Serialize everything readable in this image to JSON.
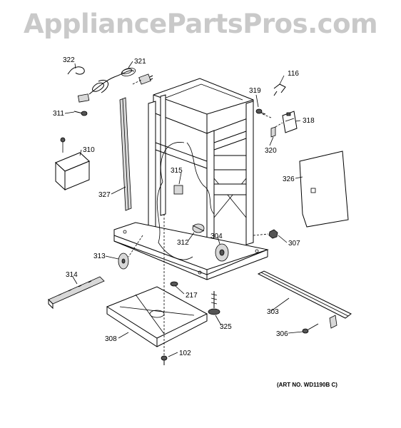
{
  "watermark": "AppliancePartsPros.com",
  "art_number": "(ART NO. WD1190B C)",
  "callouts": {
    "c116": "116",
    "c319": "319",
    "c318": "318",
    "c320": "320",
    "c322": "322",
    "c321": "321",
    "c311": "311",
    "c310": "310",
    "c327": "327",
    "c315": "315",
    "c326": "326",
    "c312": "312",
    "c304": "304",
    "c307": "307",
    "c313": "313",
    "c314": "314",
    "c217": "217",
    "c303": "303",
    "c308": "308",
    "c325": "325",
    "c306": "306",
    "c102": "102"
  }
}
